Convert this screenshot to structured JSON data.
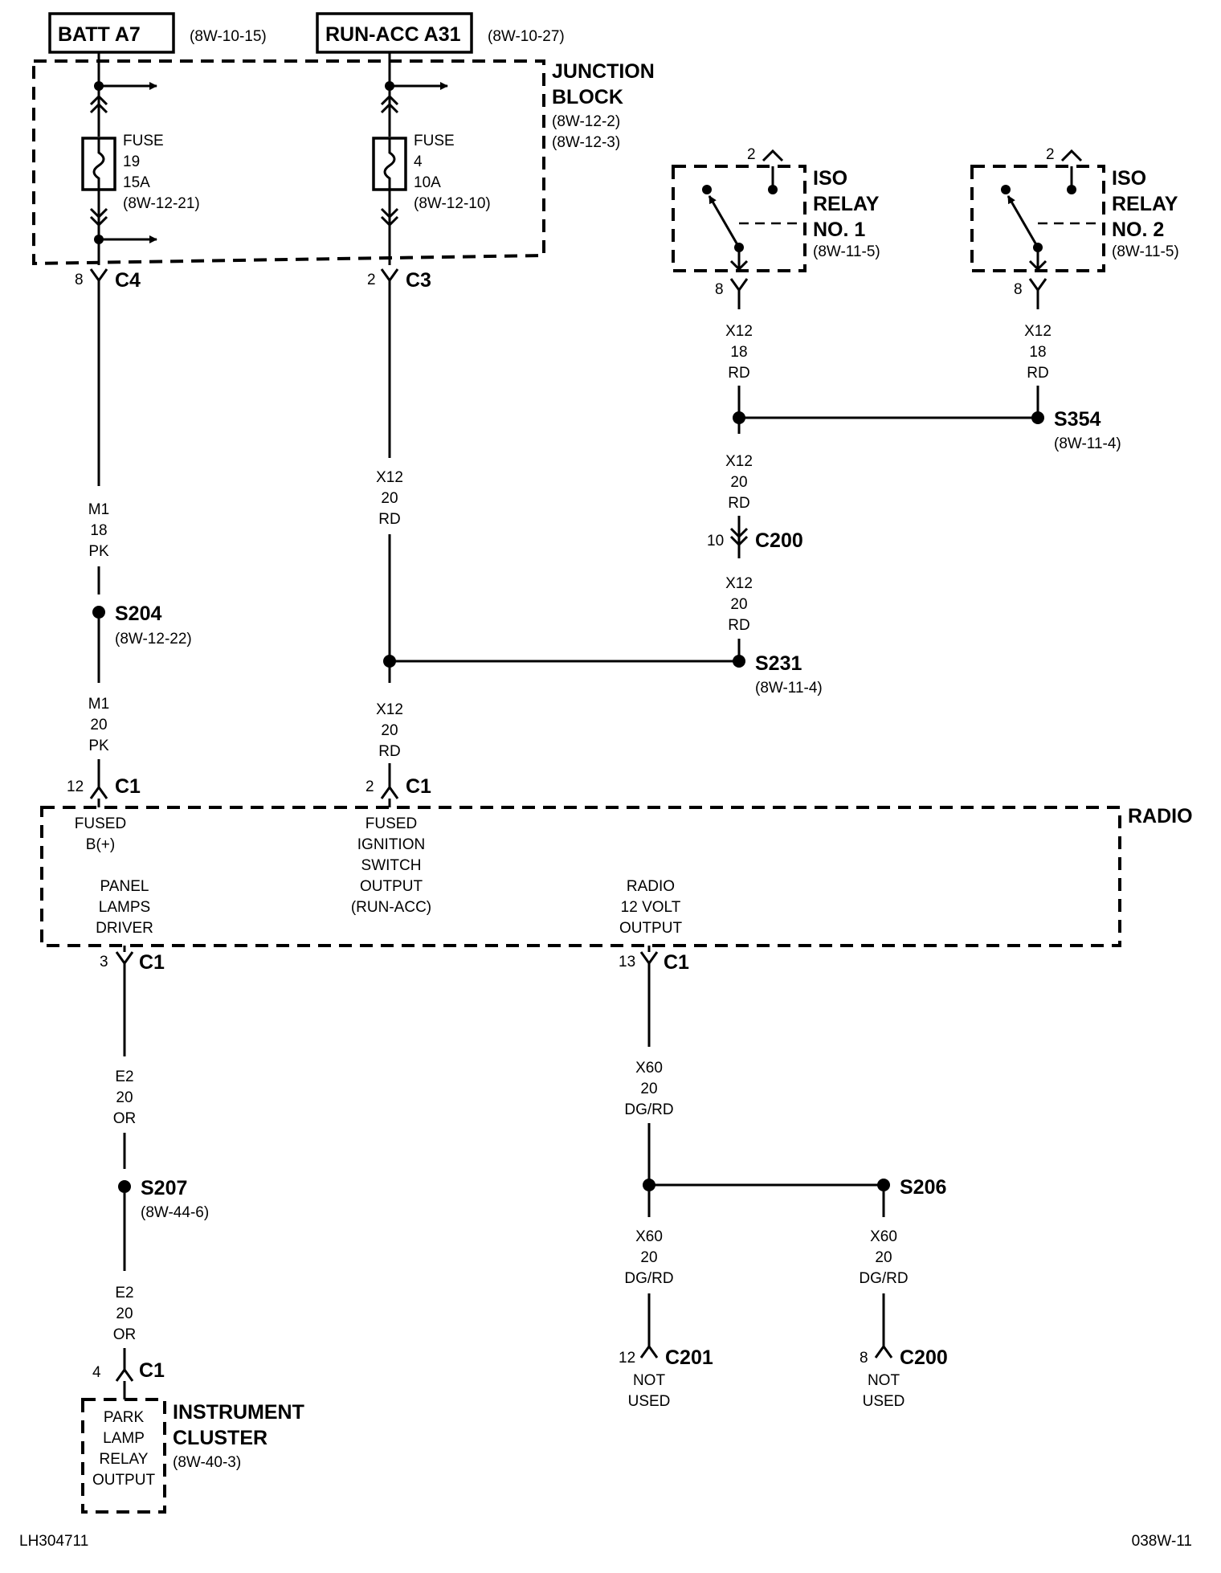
{
  "sources": {
    "batt": {
      "label": "BATT A7",
      "ref": "(8W-10-15)"
    },
    "run_acc": {
      "label": "RUN-ACC A31",
      "ref": "(8W-10-27)"
    }
  },
  "junction_block": {
    "title1": "JUNCTION",
    "title2": "BLOCK",
    "ref1": "(8W-12-2)",
    "ref2": "(8W-12-3)"
  },
  "fuse19": {
    "l1": "FUSE",
    "l2": "19",
    "l3": "15A",
    "ref": "(8W-12-21)"
  },
  "fuse4": {
    "l1": "FUSE",
    "l2": "4",
    "l3": "10A",
    "ref": "(8W-12-10)"
  },
  "relay1": {
    "l1": "ISO",
    "l2": "RELAY",
    "l3": "NO. 1",
    "ref": "(8W-11-5)",
    "pin_top": "2",
    "pin_bottom": "8"
  },
  "relay2": {
    "l1": "ISO",
    "l2": "RELAY",
    "l3": "NO. 2",
    "ref": "(8W-11-5)",
    "pin_top": "2",
    "pin_bottom": "8"
  },
  "connectors": {
    "c4": {
      "pin": "8",
      "name": "C4"
    },
    "c3": {
      "pin": "2",
      "name": "C3"
    },
    "c200_top": {
      "pin": "10",
      "name": "C200"
    },
    "c1_12": {
      "pin": "12",
      "name": "C1"
    },
    "c1_2": {
      "pin": "2",
      "name": "C1"
    },
    "c1_3": {
      "pin": "3",
      "name": "C1"
    },
    "c1_13": {
      "pin": "13",
      "name": "C1"
    },
    "c1_4": {
      "pin": "4",
      "name": "C1"
    },
    "c201": {
      "pin": "12",
      "name": "C201"
    },
    "c200_bot": {
      "pin": "8",
      "name": "C200"
    }
  },
  "wires": {
    "m1_18": [
      "M1",
      "18",
      "PK"
    ],
    "m1_20": [
      "M1",
      "20",
      "PK"
    ],
    "x12_20_a": [
      "X12",
      "20",
      "RD"
    ],
    "x12_20_b": [
      "X12",
      "20",
      "RD"
    ],
    "x12_18_r1": [
      "X12",
      "18",
      "RD"
    ],
    "x12_18_r2": [
      "X12",
      "18",
      "RD"
    ],
    "x12_20_c": [
      "X12",
      "20",
      "RD"
    ],
    "x12_20_d": [
      "X12",
      "20",
      "RD"
    ],
    "e2_a": [
      "E2",
      "20",
      "OR"
    ],
    "e2_b": [
      "E2",
      "20",
      "OR"
    ],
    "x60_a": [
      "X60",
      "20",
      "DG/RD"
    ],
    "x60_b": [
      "X60",
      "20",
      "DG/RD"
    ],
    "x60_c": [
      "X60",
      "20",
      "DG/RD"
    ]
  },
  "splices": {
    "s204": {
      "name": "S204",
      "ref": "(8W-12-22)"
    },
    "s231": {
      "name": "S231",
      "ref": "(8W-11-4)"
    },
    "s354": {
      "name": "S354",
      "ref": "(8W-11-4)"
    },
    "s207": {
      "name": "S207",
      "ref": "(8W-44-6)"
    },
    "s206": {
      "name": "S206",
      "ref": ""
    }
  },
  "radio": {
    "title": "RADIO",
    "fused_b": [
      "FUSED",
      "B(+)"
    ],
    "fused_ign": [
      "FUSED",
      "IGNITION",
      "SWITCH",
      "OUTPUT",
      "(RUN-ACC)"
    ],
    "panel_lamps": [
      "PANEL",
      "LAMPS",
      "DRIVER"
    ],
    "radio_12v": [
      "RADIO",
      "12 VOLT",
      "OUTPUT"
    ]
  },
  "not_used": [
    "NOT",
    "USED"
  ],
  "instrument_cluster": {
    "title1": "INSTRUMENT",
    "title2": "CLUSTER",
    "ref": "(8W-40-3)",
    "inner": [
      "PARK",
      "LAMP",
      "RELAY",
      "OUTPUT"
    ]
  },
  "footer": {
    "left": "LH304711",
    "right": "038W-11"
  }
}
